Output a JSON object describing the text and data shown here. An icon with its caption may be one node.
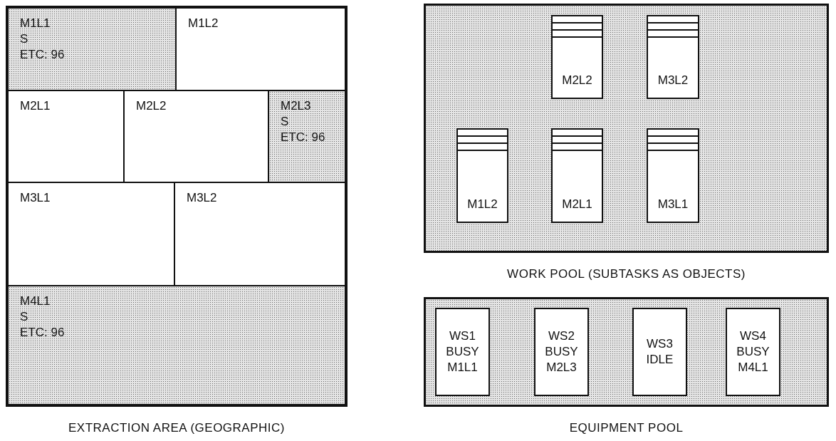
{
  "diagram": {
    "nodes": [
      {
        "text": [
          "EXTRACTION AREA (GEOGRAPHIC)"
        ]
      },
      {
        "text": [
          "M1L1",
          "S",
          "ETC: 96"
        ],
        "in": 0
      },
      {
        "text": [
          "M1L2"
        ],
        "in": 0
      },
      {
        "text": [
          "M2L1"
        ],
        "in": 0
      },
      {
        "text": [
          "M2L2"
        ],
        "in": 0
      },
      {
        "text": [
          "M2L3",
          "S",
          "ETC: 96"
        ],
        "in": 0
      },
      {
        "text": [
          "M3L1"
        ],
        "in": 0
      },
      {
        "text": [
          "M3L2"
        ],
        "in": 0
      },
      {
        "text": [
          "M4L1",
          "S",
          "ETC: 96"
        ],
        "in": 0
      },
      {
        "text": [
          "WORK POOL (SUBTASKS AS OBJECTS)"
        ]
      },
      {
        "text": [
          "M2L2"
        ],
        "in": 9
      },
      {
        "text": [
          "M3L2"
        ],
        "in": 9
      },
      {
        "text": [
          "M1L2"
        ],
        "in": 9
      },
      {
        "text": [
          "M2L1"
        ],
        "in": 9
      },
      {
        "text": [
          "M3L1"
        ],
        "in": 9
      },
      {
        "text": [
          "EQUIPMENT POOL"
        ]
      },
      {
        "text": [
          "WS1",
          "BUSY",
          "M1L1"
        ],
        "in": 15
      },
      {
        "text": [
          "WS2",
          "BUSY",
          "M2L3"
        ],
        "in": 15
      },
      {
        "text": [
          "WS3",
          "IDLE"
        ],
        "in": 15
      },
      {
        "text": [
          "WS4",
          "BUSY",
          "M4L1"
        ],
        "in": 15
      }
    ],
    "edges": []
  }
}
